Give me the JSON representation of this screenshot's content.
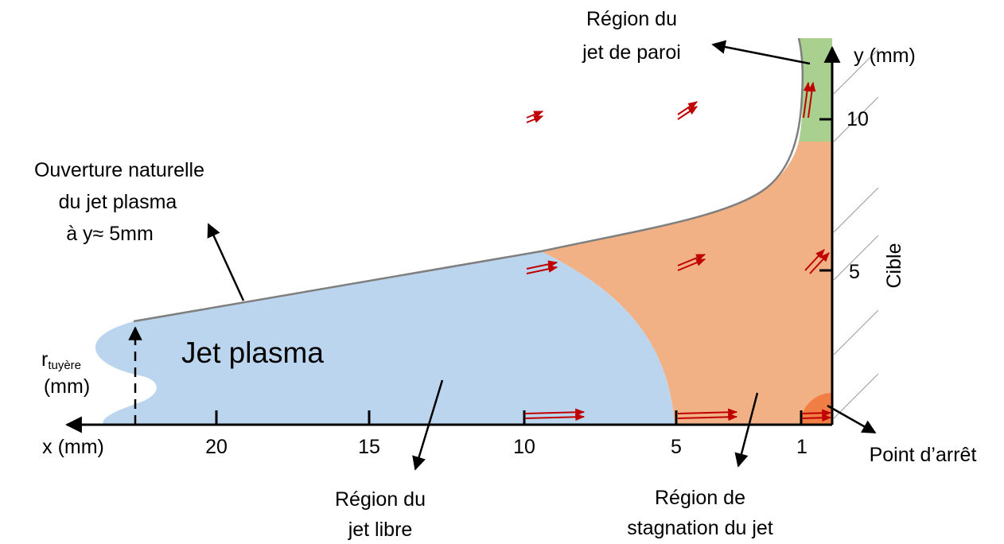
{
  "diagram": {
    "colors": {
      "free_jet": "#bcd5ee",
      "stagnation": "#f2b185",
      "wall_jet": "#a9d08e",
      "stagnation_point": "#f07e45",
      "arrow": "#c00000",
      "jet_boundary": "#7f7f7f",
      "axis": "#000000"
    },
    "x_axis": {
      "label": "x (mm)",
      "ticks": [
        "20",
        "15",
        "10",
        "5",
        "1"
      ]
    },
    "y_axis": {
      "label": "y (mm)",
      "ticks": [
        "10",
        "5"
      ]
    },
    "target_label": "Cible",
    "jet_label": "Jet plasma",
    "nozzle_label": {
      "main": "r",
      "subscript": "tuyère",
      "unit": "(mm)"
    },
    "annotations": {
      "natural_opening": [
        "Ouverture naturelle",
        "du jet plasma",
        "à y≈ 5mm"
      ],
      "wall_jet_region": [
        "Région du",
        "jet de paroi"
      ],
      "free_jet_region": [
        "Région du",
        "jet libre"
      ],
      "stagnation_region": [
        "Région de",
        "stagnation du jet"
      ],
      "stagnation_point": "Point d’arrêt"
    }
  }
}
